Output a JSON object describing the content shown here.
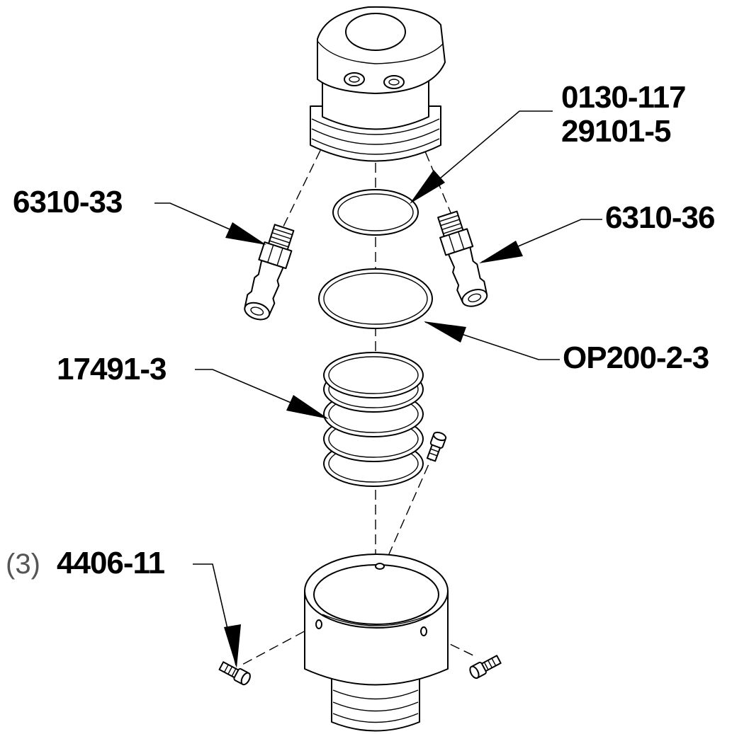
{
  "labels": {
    "p_0130_117": "0130-117",
    "p_29101_5": "29101-5",
    "p_6310_33": "6310-33",
    "p_6310_36": "6310-36",
    "p_op200": "OP200-2-3",
    "p_17491_3": "17491-3",
    "p_4406_qty": "(3)",
    "p_4406_11": "4406-11"
  }
}
